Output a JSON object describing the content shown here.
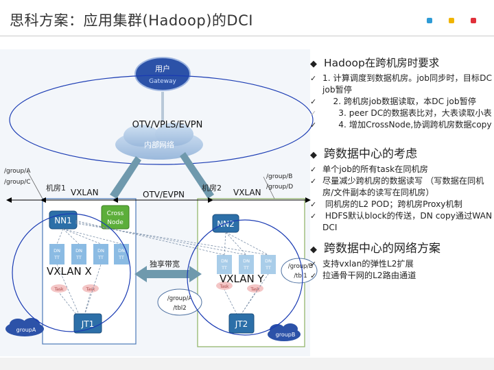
{
  "title": "思科方案：应用集群(Hadoop)的DCI",
  "accent_dots": [
    "#2e9bd6",
    "#f0b400",
    "#e0303a"
  ],
  "diagram": {
    "user_node": [
      "用户",
      "Gateway"
    ],
    "internal_net": "内部网络",
    "otv_vpls_evpn": "OTV/VPLS/EVPN",
    "otv_evpn": "OTV/EVPN",
    "vxlan_left": "VXLAN",
    "vxlan_right": "VXLAN",
    "room1": "机房1",
    "room2": "机房2",
    "group_a_c": [
      "/group/A",
      "/group/C"
    ],
    "group_b_d": [
      "/group/B",
      "/group/D"
    ],
    "nn1": "NN1",
    "nn2": "NN2",
    "cross_node": [
      "Cross",
      "Node"
    ],
    "dn_label": [
      "DN",
      "TT"
    ],
    "task": "Task",
    "dedicated_bw": "独享带宽",
    "jt1": "JT1",
    "jt2": "JT2",
    "group_a_tbl2": [
      "/group/A",
      "/tbl2"
    ],
    "group_b_tbl1": [
      "/group/B",
      "/tbl1"
    ],
    "group_a_cloud": "groupA",
    "group_b_cloud": "groupB",
    "vxlan_x": "VXLAN X",
    "vxlan_y": "VXLAN Y"
  },
  "panel": {
    "sec1": {
      "heading": "Hadoop在跨机房时要求",
      "items": [
        "1. 计算调度到数据机房。job同步时，目标DC job暂停",
        "    2. 跨机房job数据读取，本DC job暂停",
        "      3. peer DC的数据表比对，大表读取小表",
        "      4. 增加CrossNode,协调跨机房数据copy"
      ]
    },
    "sec2": {
      "heading": "跨数据中心的考虑",
      "items": [
        "单个job的所有task在同机房",
        "尽量减少跨机房的数据读写 （写数据在同机房/文件副本的读写在同机房）",
        " 同机房的L2 POD；跨机房Proxy机制",
        " HDFS默认block的传送，DN copy通过WAN DCI"
      ]
    },
    "sec3": {
      "heading": "跨数据中心的网络方案",
      "items": [
        "支持vxlan的弹性L2扩展",
        "拉通骨干网的L2路由通道"
      ]
    }
  }
}
